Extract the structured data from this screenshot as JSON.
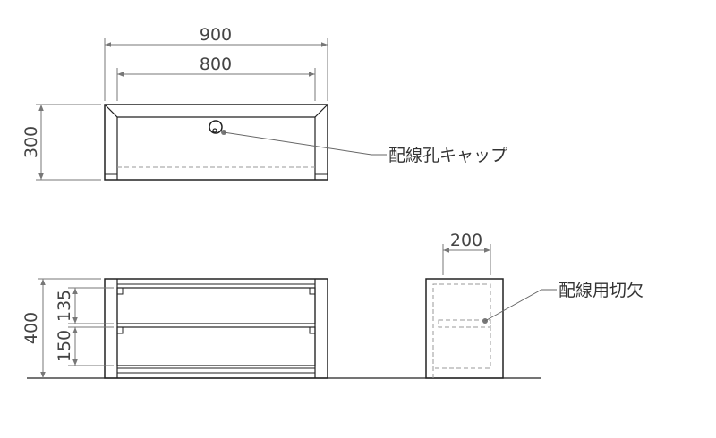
{
  "top_view": {
    "dim_width_outer": "900",
    "dim_width_inner": "800",
    "dim_depth": "300",
    "callout": "配線孔キャップ"
  },
  "front_view": {
    "dim_height": "400",
    "dim_drawer_upper": "135",
    "dim_drawer_lower": "150"
  },
  "side_view": {
    "dim_cutout_width": "200",
    "callout": "配線用切欠"
  },
  "colors": {
    "line": "#222222",
    "dim": "#777777",
    "hidden": "#999999",
    "leader": "#666666"
  }
}
